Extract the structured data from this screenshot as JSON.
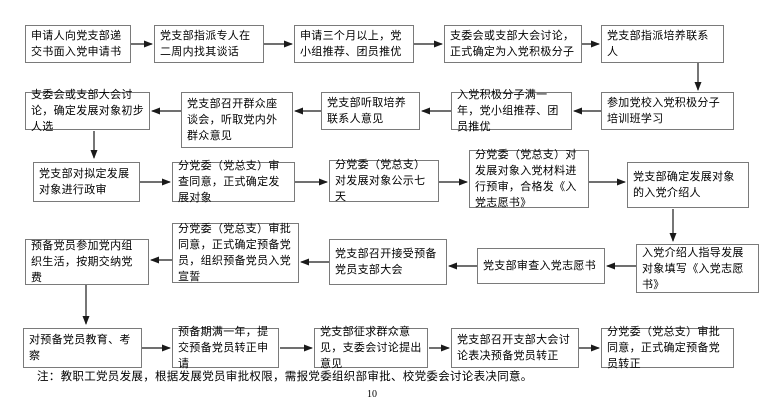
{
  "flowchart": {
    "steps": [
      {
        "text": "申请人向党支部递交书面入党申请书"
      },
      {
        "text": "党支部指派专人在二周内找其谈话"
      },
      {
        "text": "申请三个月以上，党小组推荐、团员推优"
      },
      {
        "text": "支委会或支部大会讨论，正式确定为入党积极分子"
      },
      {
        "text": "党支部指派培养联系人"
      },
      {
        "text": "支委会或支部大会讨论，确定发展对象初步人选"
      },
      {
        "text": "党支部召开群众座谈会，听取党内外群众意见"
      },
      {
        "text": "党支部听取培养联系人意见"
      },
      {
        "text": "入党积极分子满一年，党小组推荐、团员推优"
      },
      {
        "text": "参加党校入党积极分子培训班学习"
      },
      {
        "text": "党支部对拟定发展对象进行政审"
      },
      {
        "text": "分党委（党总支）审查同意，正式确定发展对象"
      },
      {
        "text": "分党委（党总支）对发展对象公示七天"
      },
      {
        "text": "分党委（党总支）对发展对象入党材料进行预审，合格发《入党志愿书》"
      },
      {
        "text": "党支部确定发展对象的入党介绍人"
      },
      {
        "text": "预备党员参加党内组织生活，按期交纳党费"
      },
      {
        "text": "分党委（党总支）审批同意，正式确定预备党员，组织预备党员入党宣誓"
      },
      {
        "text": "党支部召开接受预备党员支部大会"
      },
      {
        "text": "党支部审查入党志愿书"
      },
      {
        "text": "入党介绍人指导发展对象填写《入党志愿书》"
      },
      {
        "text": "对预备党员教育、考察"
      },
      {
        "text": "预备期满一年，提交预备党员转正申请"
      },
      {
        "text": "党支部征求群众意见，支委会讨论提出意见"
      },
      {
        "text": "党支部召开支部大会讨论表决预备党员转正"
      },
      {
        "text": "分党委（党总支）审批同意，正式确定预备党员转正"
      }
    ],
    "note": "注：教职工党员发展，根据发展党员审批权限，需报党委组织部审批、校党委会讨论表决同意。",
    "page_number": "10",
    "colors": {
      "background": "#ffffff",
      "box_border": "#7a7a7a",
      "connector_line": "#1a1a1a",
      "text": "#000000"
    }
  }
}
